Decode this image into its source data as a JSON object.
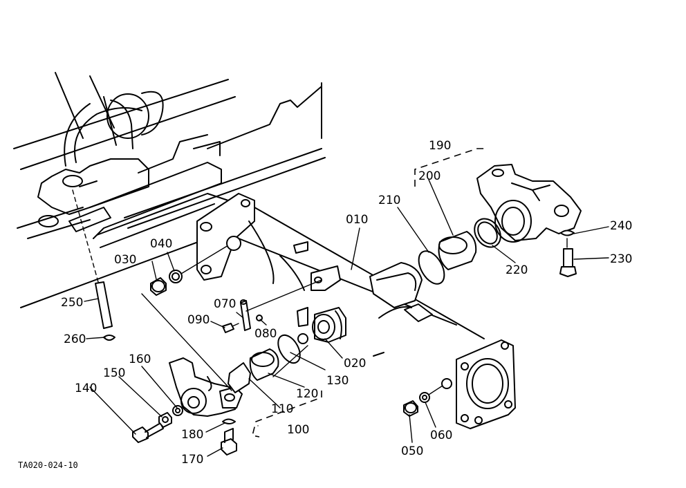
{
  "diagram_code": "TA020-024-10",
  "part_labels": [
    "010",
    "020",
    "030",
    "040",
    "050",
    "060",
    "070",
    "080",
    "090",
    "100",
    "110",
    "120",
    "130",
    "140",
    "150",
    "160",
    "170",
    "180",
    "190",
    "200",
    "210",
    "220",
    "230",
    "240",
    "250",
    "260"
  ]
}
